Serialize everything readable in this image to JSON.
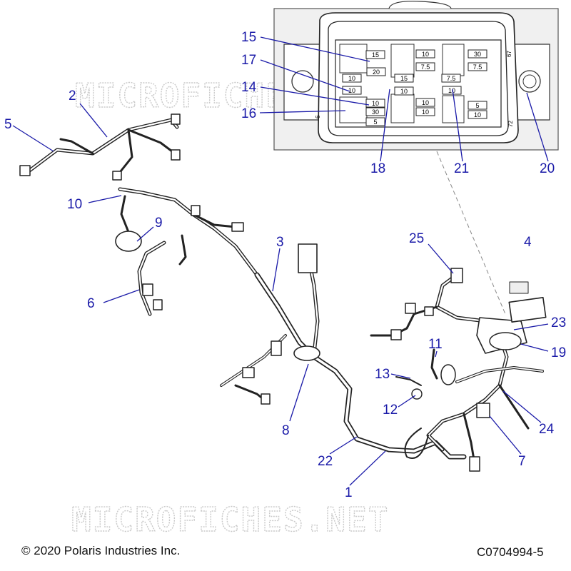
{
  "copyright": "© 2020 Polaris Industries Inc.",
  "diagram_id": "C0704994-5",
  "watermark": "MICROFICHES.NET",
  "callouts": [
    "15",
    "17",
    "14",
    "16",
    "18",
    "21",
    "20",
    "2",
    "5",
    "10",
    "9",
    "6",
    "3",
    "25",
    "4",
    "23",
    "19",
    "11",
    "13",
    "12",
    "8",
    "22",
    "1",
    "24",
    "7"
  ],
  "fuse_box": {
    "fuse_values": [
      "15",
      "20",
      "10",
      "10",
      "10",
      "30",
      "5",
      "15",
      "10",
      "10",
      "7.5",
      "10",
      "10",
      "7.5",
      "30",
      "7.5",
      "5",
      "10",
      "10"
    ],
    "side_labels": [
      "67",
      "72",
      "6"
    ]
  },
  "colors": {
    "callout": "#1a1aa8",
    "line": "#1a1aa8",
    "drawing": "#222222",
    "inset_bg": "#f0f0f0",
    "watermark": "#c9c9c9"
  }
}
